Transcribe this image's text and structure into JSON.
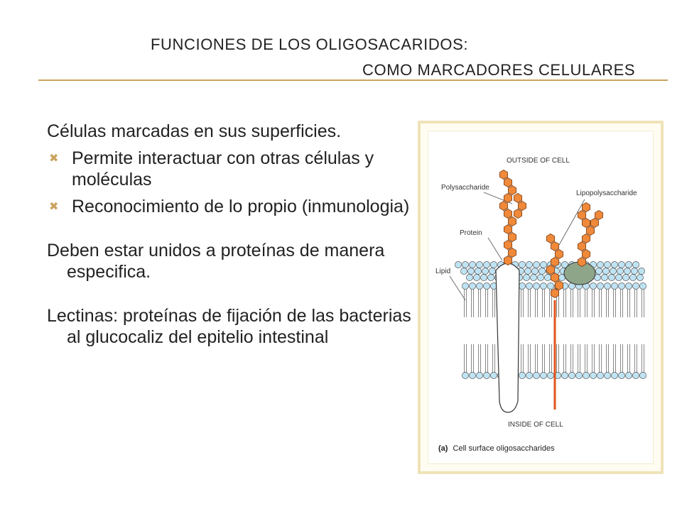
{
  "header": {
    "title_line1": "FUNCIONES DE LOS OLIGOSACARIDOS:",
    "title_line2": "COMO MARCADORES CELULARES"
  },
  "content": {
    "intro": "Células marcadas en sus superficies.",
    "bullets": [
      "Permite interactuar con otras células y moléculas",
      "Reconocimiento de lo propio (inmunologia)"
    ],
    "para2": "Deben estar unidos a proteínas de manera especifica.",
    "para3": "Lectinas: proteínas de fijación de las bacterias al glucocaliz del epitelio intestinal"
  },
  "figure": {
    "outside_label": "OUTSIDE OF CELL",
    "polysaccharide_label": "Polysaccharide",
    "lipopolysaccharide_label": "Lipopolysaccharide",
    "protein_label": "Protein",
    "lipid_label": "Lipid",
    "inside_label": "INSIDE OF CELL",
    "caption_tag": "(a)",
    "caption_text": "Cell surface oligosaccharides"
  },
  "colors": {
    "accent": "#c9a35c",
    "hexagon": "#f08a3a",
    "lipid_head": "#bfe3f3",
    "protein_fill": "#8fa58a"
  },
  "icons": {
    "bullet": "x-mark-icon"
  }
}
